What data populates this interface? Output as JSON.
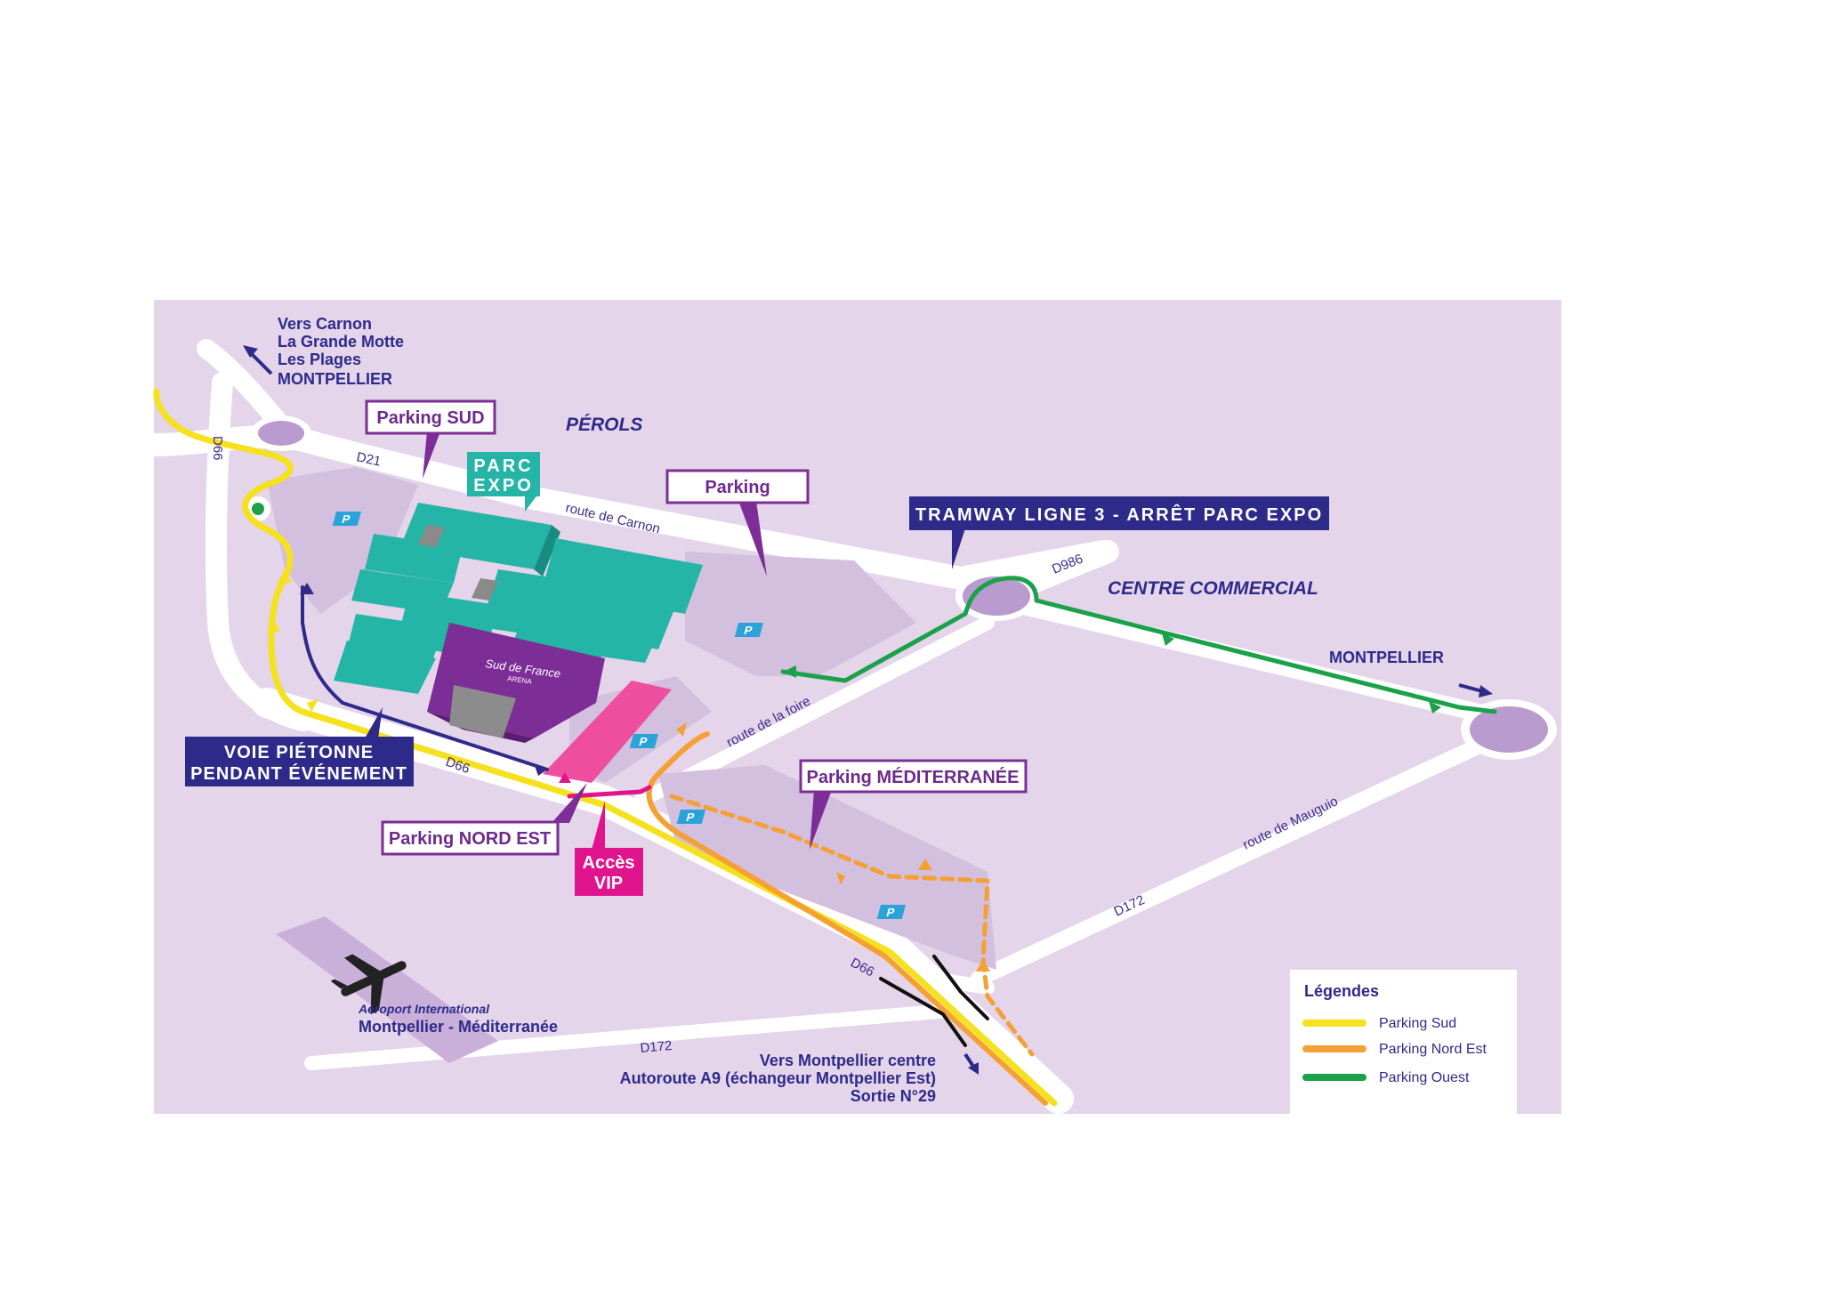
{
  "map": {
    "colors": {
      "background": "#e4d5ea",
      "road": "#ffffff",
      "parking_area": "#d3bfde",
      "roundabout": "#b99bcf",
      "building": "#25b5a6",
      "arena": "#7d2e96",
      "navy": "#2e2a8a",
      "pink": "#ef4ea0",
      "magenta_route": "#e0148c",
      "yellow": "#f5e11e",
      "orange": "#f5a034",
      "green": "#1aa14a",
      "parking_icon": "#2ba3d9"
    },
    "places": {
      "perols": "PÉROLS",
      "centre_commercial": "CENTRE COMMERCIAL",
      "montpellier": "MONTPELLIER"
    },
    "destinations": {
      "north_west": [
        "Vers Carnon",
        "La Grande Motte",
        "Les Plages",
        "MONTPELLIER"
      ],
      "south": [
        "Vers Montpellier centre",
        "Autoroute A9 (échangeur Montpellier Est)",
        "Sortie N°29"
      ]
    },
    "roads": {
      "d21": "D21",
      "d66_a": "D66",
      "d66_b": "D66",
      "d66_c": "D66",
      "d986": "D986",
      "d172_a": "D172",
      "d172_b": "D172",
      "route_carnon": "route de Carnon",
      "route_foire": "route de la foire",
      "route_mauguio": "route de Mauguio"
    },
    "callouts": {
      "parking_sud": "Parking SUD",
      "parking": "Parking",
      "parking_mediterranee": "Parking MÉDITERRANÉE",
      "parking_nord_est": "Parking NORD EST",
      "parc_expo_1": "PARC",
      "parc_expo_2": "EXPO",
      "tramway": "TRAMWAY LIGNE 3 - ARRÊT PARC EXPO",
      "voie_1": "VOIE PIÉTONNE",
      "voie_2": "PENDANT ÉVÉNEMENT",
      "acces_1": "Accès",
      "acces_2": "VIP"
    },
    "arena_logo": {
      "line1": "Sud de France",
      "line2": "ARENA"
    },
    "parking_icon_letter": "P",
    "airport": {
      "line1": "Aéroport International",
      "line2": "Montpellier - Méditerranée"
    },
    "legend": {
      "title": "Légendes",
      "items": [
        {
          "label": "Parking Sud",
          "color": "#f5e11e"
        },
        {
          "label": "Parking Nord Est",
          "color": "#f5a034"
        },
        {
          "label": "Parking Ouest",
          "color": "#1aa14a"
        }
      ]
    }
  }
}
